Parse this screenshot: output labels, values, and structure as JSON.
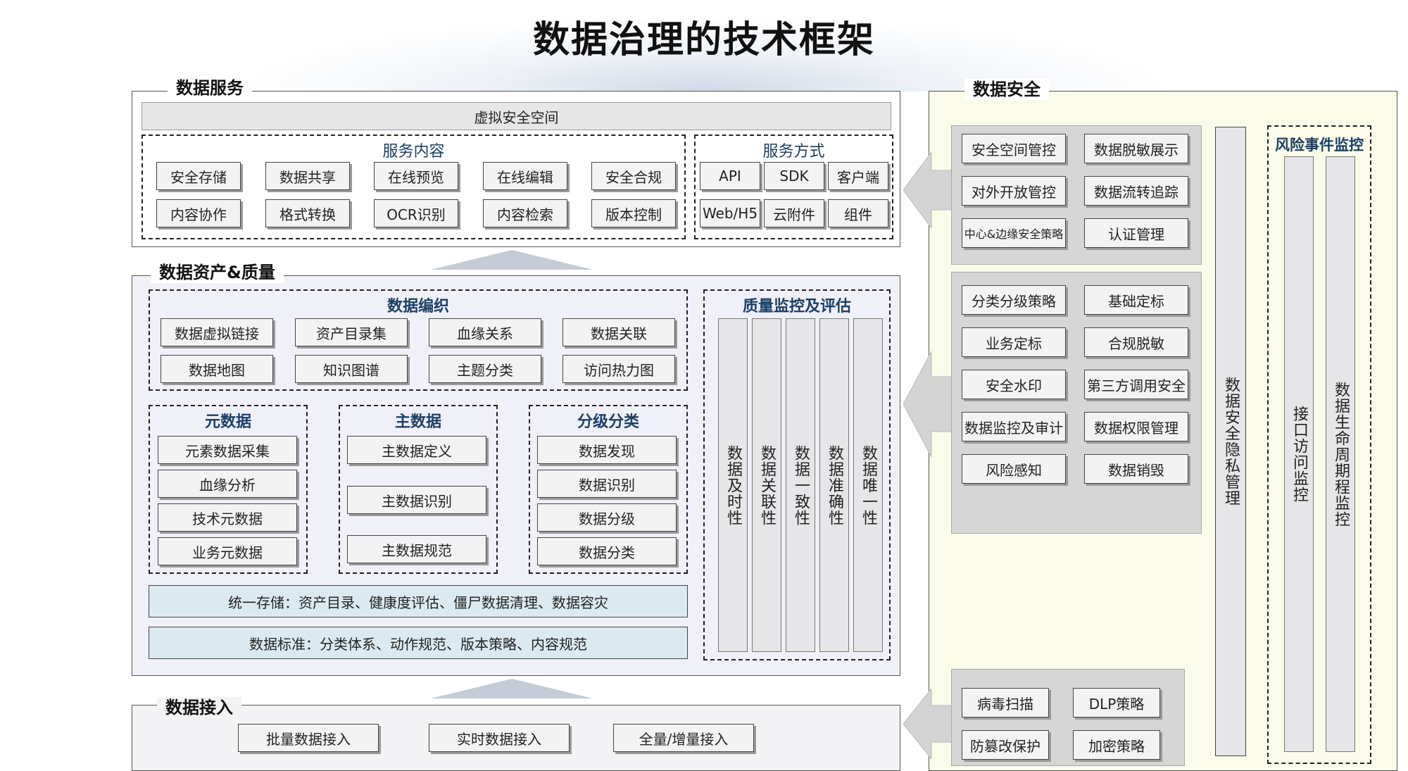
{
  "title": "数据治理的技术框架",
  "data_service": {
    "title": "数据服务",
    "virtual_space": "虚拟安全空间",
    "content": {
      "title": "服务内容",
      "items": [
        "安全存储",
        "数据共享",
        "在线预览",
        "在线编辑",
        "安全合规",
        "内容协作",
        "格式转换",
        "OCR识别",
        "内容检索",
        "版本控制"
      ]
    },
    "method": {
      "title": "服务方式",
      "items": [
        "API",
        "SDK",
        "客户端",
        "Web/H5",
        "云附件",
        "组件"
      ]
    }
  },
  "asset_quality": {
    "title": "数据资产&质量",
    "weaving": {
      "title": "数据编织",
      "items": [
        "数据虚拟链接",
        "资产目录集",
        "血缘关系",
        "数据关联",
        "数据地图",
        "知识图谱",
        "主题分类",
        "访问热力图"
      ]
    },
    "metadata": {
      "title": "元数据",
      "items": [
        "元素数据采集",
        "血缘分析",
        "技术元数据",
        "业务元数据"
      ]
    },
    "master": {
      "title": "主数据",
      "items": [
        "主数据定义",
        "主数据识别",
        "主数据规范"
      ]
    },
    "grading": {
      "title": "分级分类",
      "items": [
        "数据发现",
        "数据识别",
        "数据分级",
        "数据分类"
      ]
    },
    "storage": "统一存储：资产目录、健康度评估、僵尸数据清理、数据容灾",
    "standard": "数据标准：分类体系、动作规范、版本策略、内容规范",
    "quality": {
      "title": "质量监控及评估",
      "items": [
        "数据及时性",
        "数据关联性",
        "数据一致性",
        "数据准确性",
        "数据唯一性"
      ]
    }
  },
  "data_access": {
    "title": "数据接入",
    "items": [
      "批量数据接入",
      "实时数据接入",
      "全量/增量接入"
    ]
  },
  "data_security": {
    "title": "数据安全",
    "group1": [
      "安全空间管控",
      "数据脱敏展示",
      "对外开放管控",
      "数据流转追踪",
      "中心&边缘安全策略",
      "认证管理"
    ],
    "group2": [
      "分类分级策略",
      "基础定标",
      "业务定标",
      "合规脱敏",
      "安全水印",
      "第三方调用安全",
      "数据监控及审计",
      "数据权限管理",
      "风险感知",
      "数据销毁"
    ],
    "group3": [
      "病毒扫描",
      "DLP策略",
      "防篡改保护",
      "加密策略"
    ],
    "privacy": "数据安全隐私管理",
    "risk_monitor": {
      "title": "风险事件监控",
      "items": [
        "接口访问监控",
        "数据生命周期程监控"
      ]
    }
  },
  "colors": {
    "heading_blue": "#1b3f66",
    "security_bg": "#fbfbea",
    "asset_bg": "#f0f0f8",
    "storage_bg": "#dbeaf0"
  }
}
